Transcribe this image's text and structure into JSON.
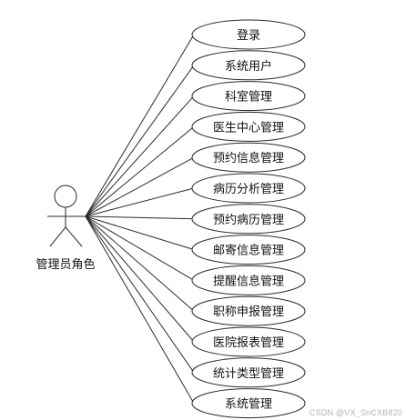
{
  "actor": {
    "label": "管理员角色"
  },
  "use_cases": [
    {
      "label": "登录"
    },
    {
      "label": "系统用户"
    },
    {
      "label": "科室管理"
    },
    {
      "label": "医生中心管理"
    },
    {
      "label": "预约信息管理"
    },
    {
      "label": "病历分析管理"
    },
    {
      "label": "预约病历管理"
    },
    {
      "label": "邮寄信息管理"
    },
    {
      "label": "提醒信息管理"
    },
    {
      "label": "职称申报管理"
    },
    {
      "label": "医院报表管理"
    },
    {
      "label": "统计类型管理"
    },
    {
      "label": "系统管理"
    }
  ],
  "watermark": "CSDN @VX_SnCXB820"
}
